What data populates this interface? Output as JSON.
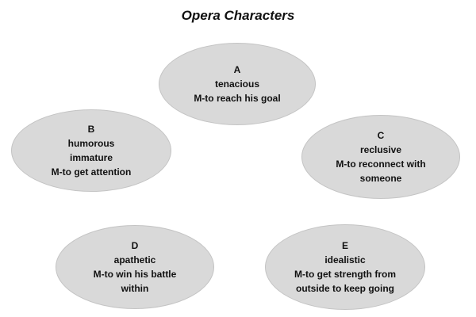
{
  "title": "Opera Characters",
  "characters": [
    {
      "letter": "A",
      "lines": [
        "tenacious",
        "M-to reach his goal"
      ]
    },
    {
      "letter": "B",
      "lines": [
        "humorous",
        "immature",
        "M-to get attention"
      ]
    },
    {
      "letter": "C",
      "lines": [
        "reclusive",
        "M-to reconnect with",
        "someone"
      ]
    },
    {
      "letter": "D",
      "lines": [
        "apathetic",
        "M-to win his battle",
        "within"
      ]
    },
    {
      "letter": "E",
      "lines": [
        "idealistic",
        "M-to get strength from",
        "outside to keep going"
      ]
    }
  ],
  "colors": {
    "ellipse_fill": "#d9d9d9",
    "ellipse_border": "#c4c4c4",
    "text": "#111111",
    "background": "#ffffff"
  }
}
